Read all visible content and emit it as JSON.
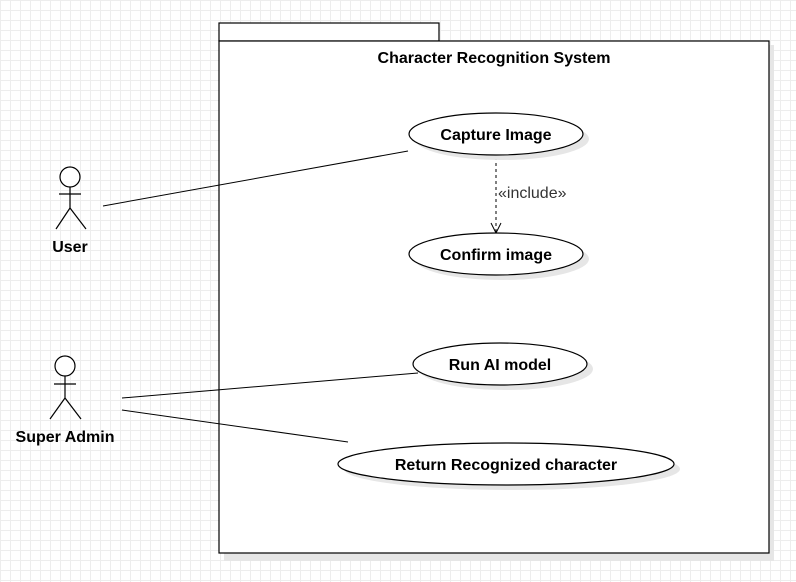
{
  "system": {
    "title": "Character Recognition System"
  },
  "actors": {
    "user": {
      "name": "User"
    },
    "admin": {
      "name": "Super Admin"
    }
  },
  "use_cases": {
    "capture": "Capture Image",
    "confirm": "Confirm image",
    "run_model": "Run AI model",
    "return_char": "Return Recognized character"
  },
  "relations": {
    "include_label": "«include»"
  },
  "colors": {
    "stroke": "#000000",
    "shadow": "#e6e6e6",
    "grid": "#ededed",
    "fill": "#ffffff"
  }
}
